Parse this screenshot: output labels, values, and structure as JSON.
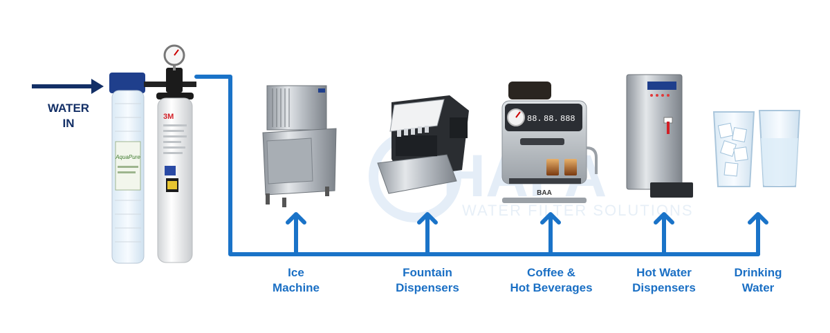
{
  "colors": {
    "pipe": "#1a73c8",
    "label": "#1a6fc4",
    "inlet": "#132f66",
    "watermark": "#cfe0f2"
  },
  "inlet": {
    "line1": "WATER",
    "line2": "IN"
  },
  "watermark": {
    "brand": "HAPA",
    "tagline": "WATER FILTER SOLUTIONS"
  },
  "filter": {
    "housing_brand": "AquaPure",
    "cartridge_brand": "3M"
  },
  "devices": {
    "coffee_brand": "BAA",
    "coffee_display": [
      "88.",
      "88.",
      "888"
    ]
  },
  "outlets": [
    {
      "id": "ice",
      "line1": "Ice",
      "line2": "Machine"
    },
    {
      "id": "fountain",
      "line1": "Fountain",
      "line2": "Dispensers"
    },
    {
      "id": "coffee",
      "line1": "Coffee &",
      "line2": "Hot Beverages"
    },
    {
      "id": "hotwater",
      "line1": "Hot Water",
      "line2": "Dispensers"
    },
    {
      "id": "drinking",
      "line1": "Drinking",
      "line2": "Water"
    }
  ]
}
